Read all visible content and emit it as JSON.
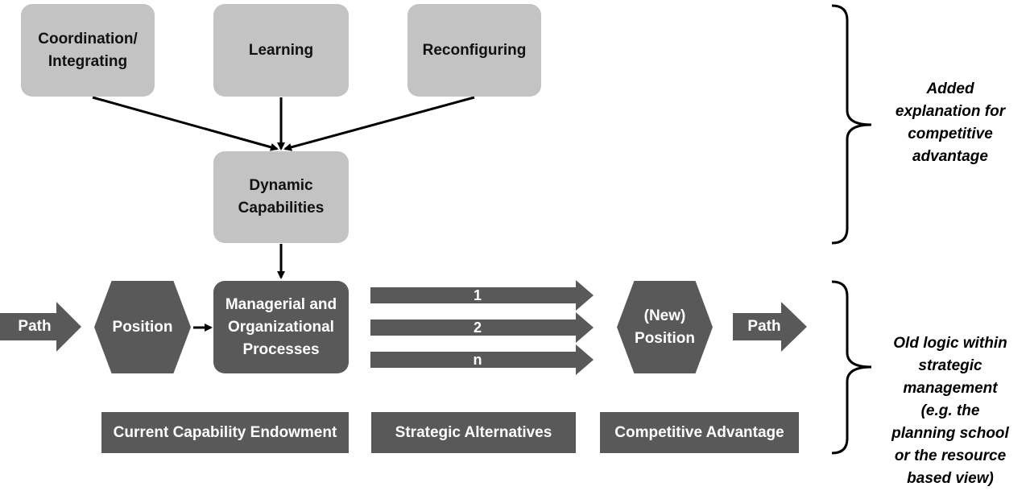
{
  "top_boxes": {
    "coordination": [
      "Coordination/",
      "Integrating"
    ],
    "learning": "Learning",
    "reconfiguring": "Reconfiguring"
  },
  "dynamic_capabilities": [
    "Dynamic",
    "Capabilities"
  ],
  "process_row": {
    "path_left": "Path",
    "position": "Position",
    "managerial": [
      "Managerial and",
      "Organizational",
      "Processes"
    ],
    "alternatives": [
      "1",
      "2",
      "n"
    ],
    "new_position": [
      "(New)",
      "Position"
    ],
    "path_right": "Path"
  },
  "bottom_labels": {
    "current": "Current Capability Endowment",
    "strategic": "Strategic Alternatives",
    "competitive": "Competitive Advantage"
  },
  "side_notes": {
    "added": [
      "Added",
      "explanation for",
      "competitive",
      "advantage"
    ],
    "old": [
      "Old logic within",
      "strategic",
      "management",
      "(e.g. the",
      "planning school",
      "or the resource",
      "based view)"
    ]
  },
  "colors": {
    "light_box": "#c3c3c3",
    "dark_box": "#595959",
    "arrow": "#000000"
  }
}
